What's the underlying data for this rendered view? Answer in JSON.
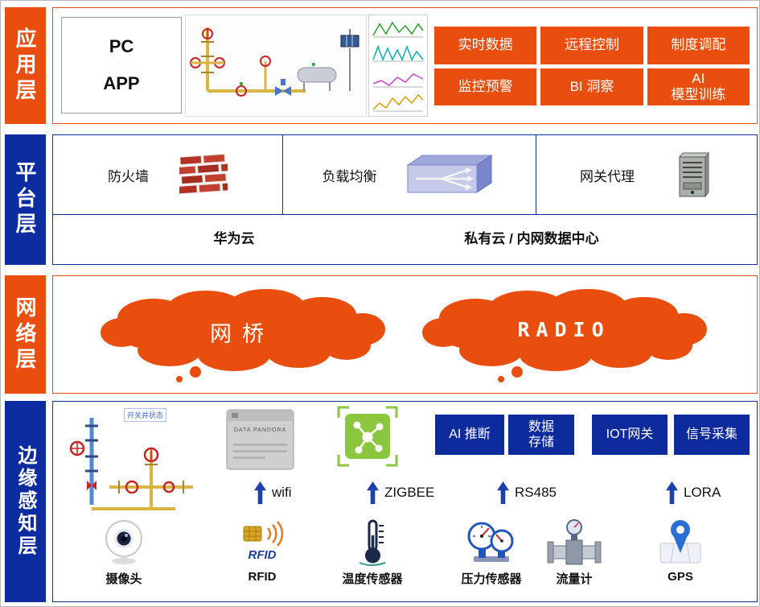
{
  "accent": {
    "orange": "#EA4E0E",
    "blue": "#0C2CA0"
  },
  "layers": {
    "app": "应用层",
    "platform": "平台层",
    "network": "网络层",
    "edge": "边缘感知层"
  },
  "app_layer": {
    "pc": "PC",
    "app": "APP",
    "buttons": [
      {
        "label": "实时数据"
      },
      {
        "label": "远程控制"
      },
      {
        "label": "制度调配"
      },
      {
        "label": "监控预警"
      },
      {
        "label": "BI 洞察"
      },
      {
        "label": "AI\n模型训练"
      }
    ]
  },
  "platform_layer": {
    "firewall": "防火墙",
    "load_balancer": "负载均衡",
    "gateway_proxy": "网关代理",
    "huawei_cloud": "华为云",
    "private_cloud": "私有云 / 内网数据中心"
  },
  "network_layer": {
    "bridge": "网桥",
    "radio": "RADIO"
  },
  "edge_layer": {
    "wellhead_note": "开关井状态",
    "pandora_label": "DATA PANDORA",
    "rfid_icon_text": "RFID",
    "chips": [
      {
        "label": "AI 推断"
      },
      {
        "label": "数据\n存储"
      },
      {
        "label": "IOT网关"
      },
      {
        "label": "信号采集"
      }
    ],
    "protocols": [
      {
        "label": "wifi"
      },
      {
        "label": "ZIGBEE"
      },
      {
        "label": "RS485"
      },
      {
        "label": "LORA"
      }
    ],
    "devices": [
      {
        "label": "摄像头"
      },
      {
        "label": "RFID"
      },
      {
        "label": "温度传感器"
      },
      {
        "label": "压力传感器"
      },
      {
        "label": "流量计"
      },
      {
        "label": "GPS"
      }
    ]
  }
}
